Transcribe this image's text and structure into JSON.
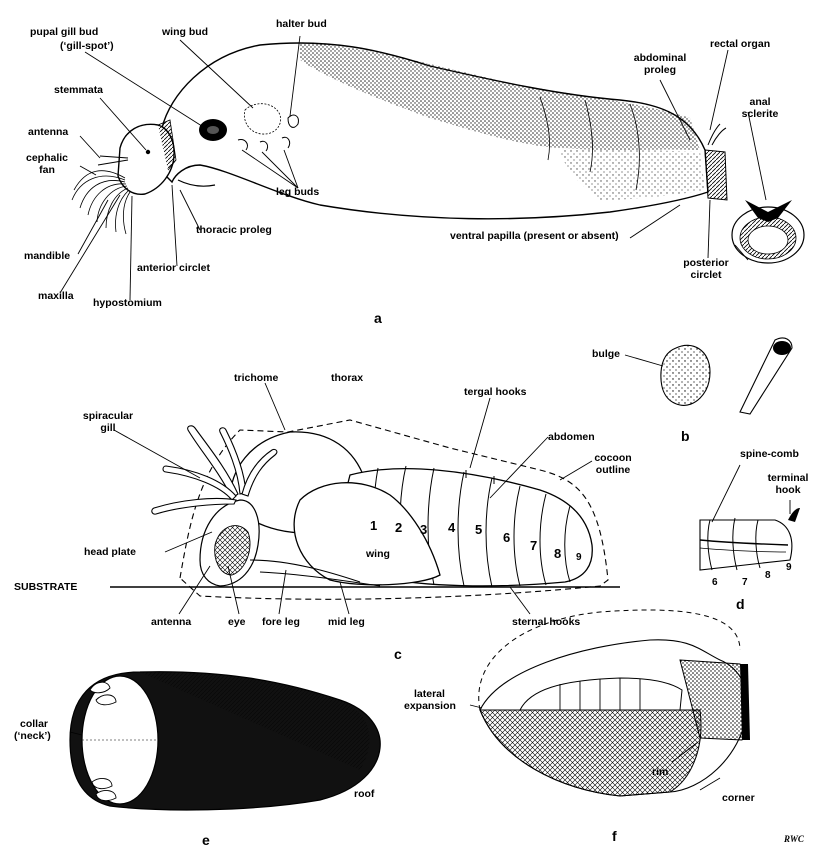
{
  "panels": {
    "a": "a",
    "b": "b",
    "c": "c",
    "d": "d",
    "e": "e",
    "f": "f"
  },
  "labels": {
    "pupal_gill_bud": "pupal gill bud",
    "gill_spot": "(‘gill-spot’)",
    "wing_bud": "wing bud",
    "halter_bud": "halter bud",
    "abdominal_proleg_1": "abdominal",
    "abdominal_proleg_2": "proleg",
    "rectal_organ": "rectal organ",
    "stemmata": "stemmata",
    "anal_sclerite_1": "anal",
    "anal_sclerite_2": "sclerite",
    "antenna_a": "antenna",
    "cephalic_fan_1": "cephalic",
    "cephalic_fan_2": "fan",
    "leg_buds": "leg buds",
    "thoracic_proleg": "thoracic proleg",
    "mandible": "mandible",
    "anterior_circlet": "anterior circlet",
    "ventral_papilla": "ventral papilla (present or absent)",
    "posterior_circlet_1": "posterior",
    "posterior_circlet_2": "circlet",
    "maxilla": "maxilla",
    "hypostomium": "hypostomium",
    "bulge": "bulge",
    "trichome": "trichome",
    "thorax": "thorax",
    "tergal_hooks": "tergal hooks",
    "spiracular_gill_1": "spiracular",
    "spiracular_gill_2": "gill",
    "abdomen": "abdomen",
    "cocoon_outline_1": "cocoon",
    "cocoon_outline_2": "outline",
    "spine_comb": "spine-comb",
    "terminal_hook_1": "terminal",
    "terminal_hook_2": "hook",
    "wing": "wing",
    "head_plate": "head plate",
    "substrate": "SUBSTRATE",
    "antenna_c": "antenna",
    "eye": "eye",
    "fore_leg": "fore leg",
    "mid_leg": "mid leg",
    "sternal_hooks": "sternal hooks",
    "collar_1": "collar",
    "collar_2": "(‘neck’)",
    "roof": "roof",
    "lateral_expansion_1": "lateral",
    "lateral_expansion_2": "expansion",
    "rim": "rim",
    "corner": "corner"
  },
  "segments_c": [
    "1",
    "2",
    "3",
    "4",
    "5",
    "6",
    "7",
    "8",
    "9"
  ],
  "segments_d": [
    "6",
    "7",
    "8",
    "9"
  ],
  "signature": "RWC"
}
